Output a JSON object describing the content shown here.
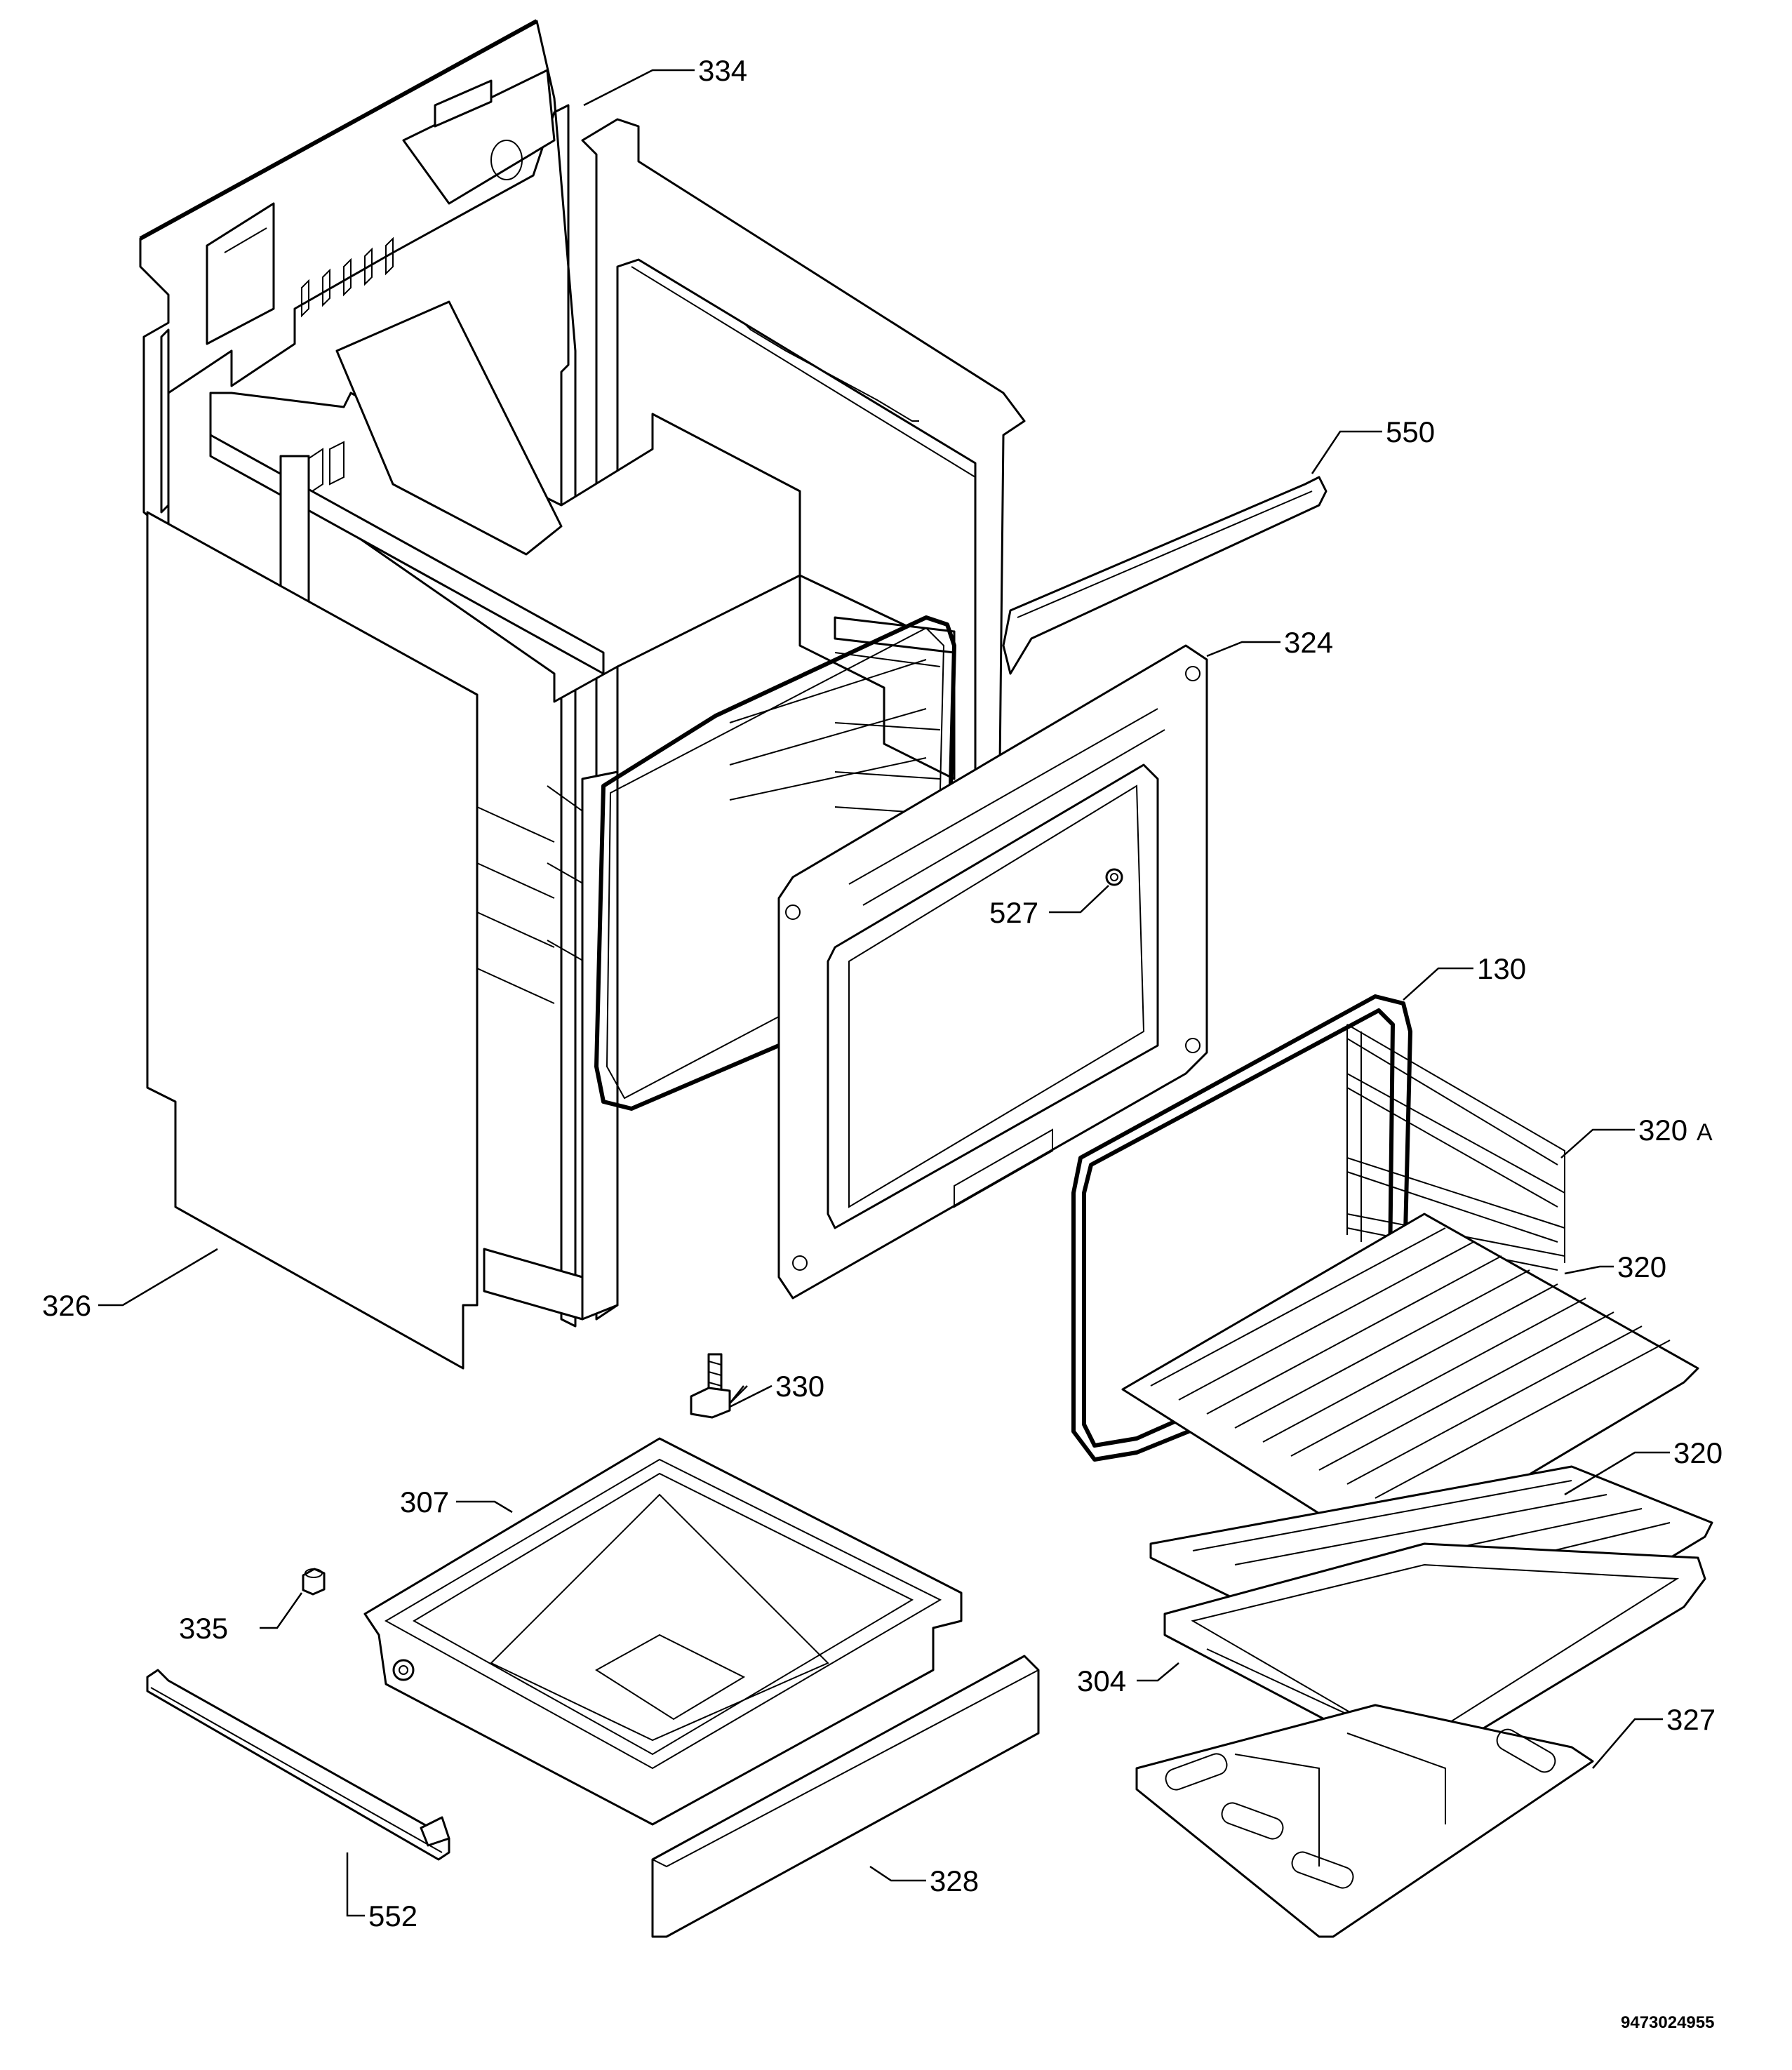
{
  "labels": {
    "p334": "334",
    "p550": "550",
    "p324": "324",
    "p527": "527",
    "p130": "130",
    "p320a_num": "320",
    "p320a_suffix": "A",
    "p320_upper": "320",
    "p326": "326",
    "p330": "330",
    "p320_lower": "320",
    "p307": "307",
    "p335": "335",
    "p304": "304",
    "p327": "327",
    "p328": "328",
    "p552": "552"
  },
  "drawing_number": "9473024955"
}
